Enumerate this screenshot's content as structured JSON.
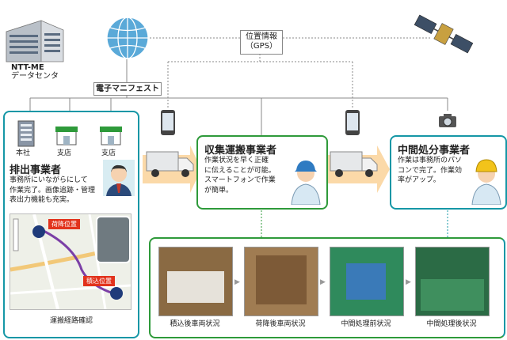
{
  "datacenter": {
    "name": "NTT-ME",
    "sub": "データセンタ"
  },
  "gps_label": {
    "line1": "位置情報",
    "line2": "（GPS）"
  },
  "manifest_label": "電子マニフェスト",
  "emitter": {
    "title": "排出事業者",
    "desc": [
      "事務所にいながらにして",
      "作業完了。画像追跡・管理",
      "表出力機能も充実。"
    ],
    "buildings": [
      "本社",
      "支店",
      "支店"
    ],
    "map_tags": [
      "荷降位置",
      "積込位置"
    ],
    "map_caption": "運搬経路確認"
  },
  "carrier": {
    "title": "収集運搬事業者",
    "desc": [
      "作業状況を早く正確",
      "に伝えることが可能。",
      "スマートフォンで作業",
      "が簡単。"
    ]
  },
  "processor": {
    "title": "中間処分事業者",
    "desc": [
      "作業は事務所のパソ",
      "コンで完了。作業効",
      "率がアップ。"
    ]
  },
  "photos": [
    "積込後車両状況",
    "荷降後車両状況",
    "中間処理前状況",
    "中間処理後状況"
  ],
  "colors": {
    "green": "#2e9a3a",
    "teal": "#1597a6",
    "arrow": "#fbd9a8",
    "globe": "#5aa9d8"
  }
}
